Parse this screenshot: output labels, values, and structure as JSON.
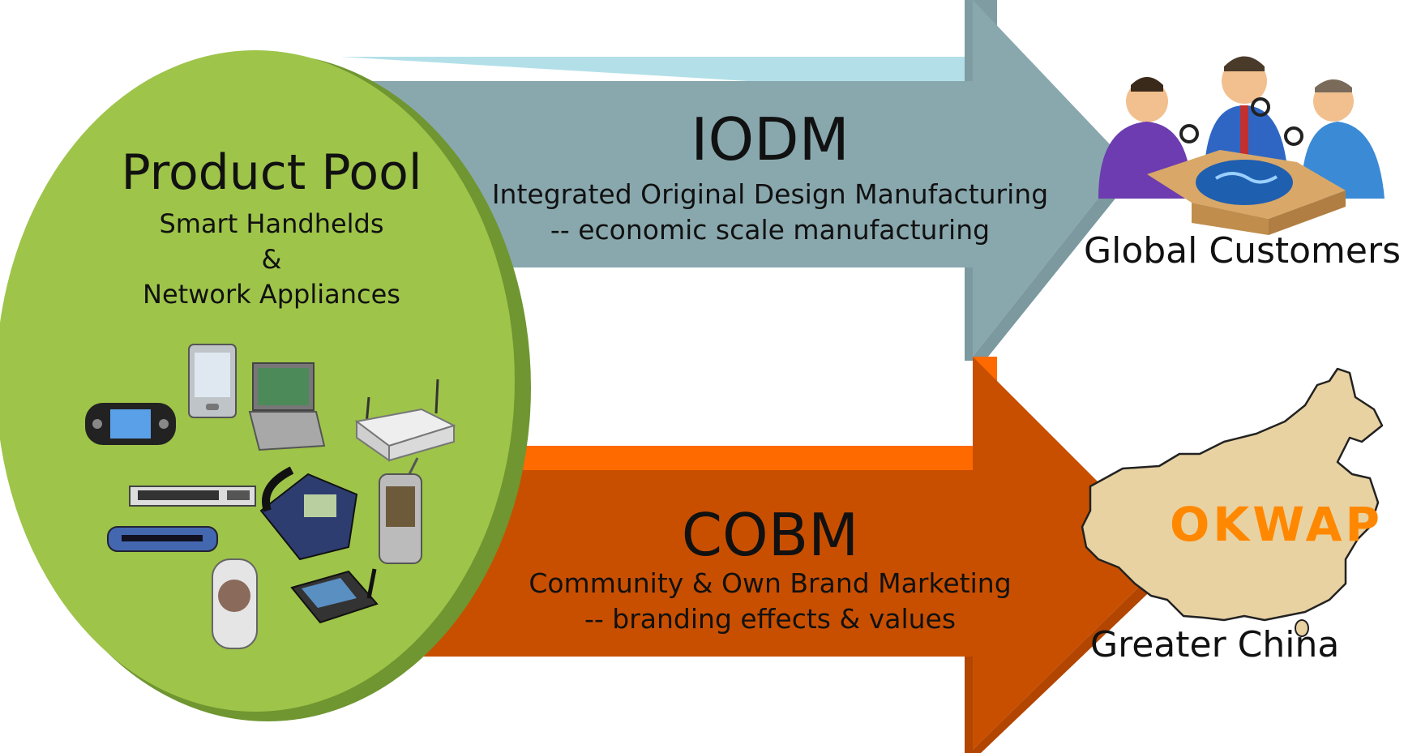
{
  "product_pool": {
    "title": "Product Pool",
    "line1": "Smart Handhelds",
    "line2": "&",
    "line3": "Network Appliances",
    "color": "#9ec44a",
    "device_icons": [
      "handheld-console-icon",
      "pda-icon",
      "portable-dvd-icon",
      "wireless-router-icon",
      "network-switch-icon",
      "desk-phone-icon",
      "flip-phone-icon",
      "hub-icon",
      "camera-phone-icon",
      "gps-navigator-icon"
    ]
  },
  "iodm": {
    "acronym": "IODM",
    "line1": "Integrated Original Design Manufacturing",
    "line2": "-- economic scale manufacturing",
    "color": "#89a8ae"
  },
  "cobm": {
    "acronym": "COBM",
    "line1": "Community & Own Brand Marketing",
    "line2": "-- branding effects & values",
    "color": "#c94f00"
  },
  "global_customers": {
    "label": "Global Customers",
    "icon": "business-people-with-globe-icon"
  },
  "greater_china": {
    "label": "Greater China",
    "logo_text": "OKWAP",
    "logo_color": "#ff8800",
    "map_color": "#e8d2a2",
    "icon": "china-map-icon"
  }
}
